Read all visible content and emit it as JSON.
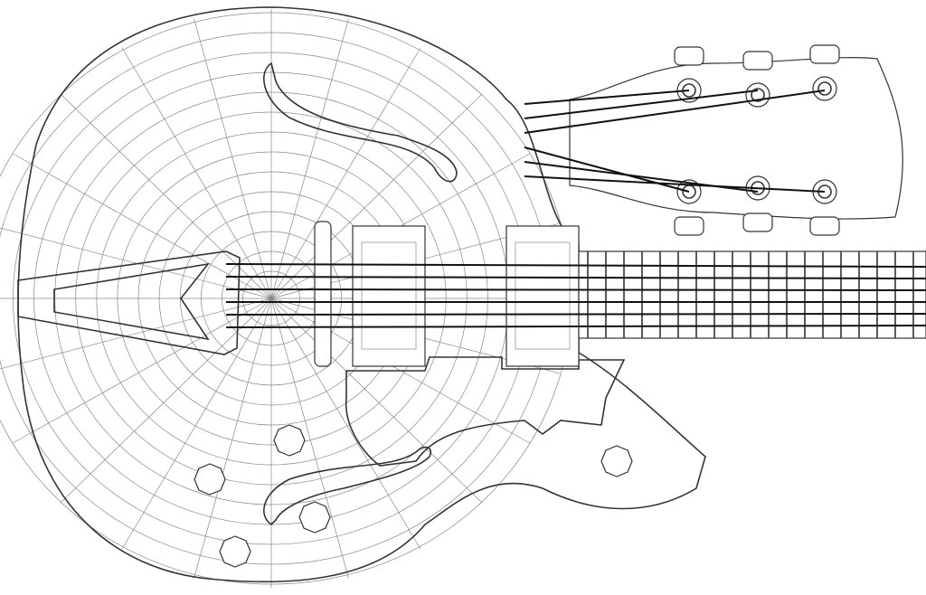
{
  "drawing": {
    "subject": "guitar-wireframe",
    "line_color": "#333333",
    "background": "#ffffff",
    "string_count": 6,
    "fret_count": 19,
    "tuner_count": 6,
    "knob_count": 5
  }
}
